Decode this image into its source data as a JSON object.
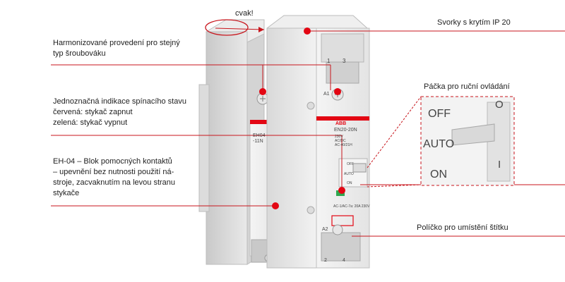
{
  "labels": {
    "cvak": "cvak!",
    "svorky": "Svorky s krytím IP 20",
    "harmonizovane": "Harmonizované provedení pro stejný\ntyp šroubováku",
    "indikace": "Jednoznačná indikace spínacího stavu\nčervená: stykač zapnut\nzelená:   stykač vypnut",
    "eh04": "EH-04 – Blok pomocných kontaktů\n– upevnění bez nutnosti použití ná-\nstroje, zacvaknutím na levou stranu\nstykače",
    "packa": "Páčka pro ruční ovládání",
    "policko": "Políčko pro umístění štítku"
  },
  "zoom": {
    "off": "OFF",
    "auto": "AUTO",
    "on": "ON",
    "o": "O",
    "i": "I"
  },
  "device": {
    "brand": "ABB",
    "model": "EN20-20N",
    "aux_model": "EH04\n-11N",
    "spec_lines": "230V\nAC/DC\nAC-40/21H",
    "rating": "AC-1/AC-7a: 20A 230V",
    "terminal_1": "1",
    "terminal_3": "3",
    "terminal_a1": "A1",
    "terminal_a2": "A2",
    "terminal_2": "2",
    "terminal_4": "4",
    "mini_off": "OFF",
    "mini_auto": "AUTO",
    "mini_on": "ON"
  },
  "colors": {
    "accent": "#e30613",
    "line": "#c8161d"
  }
}
